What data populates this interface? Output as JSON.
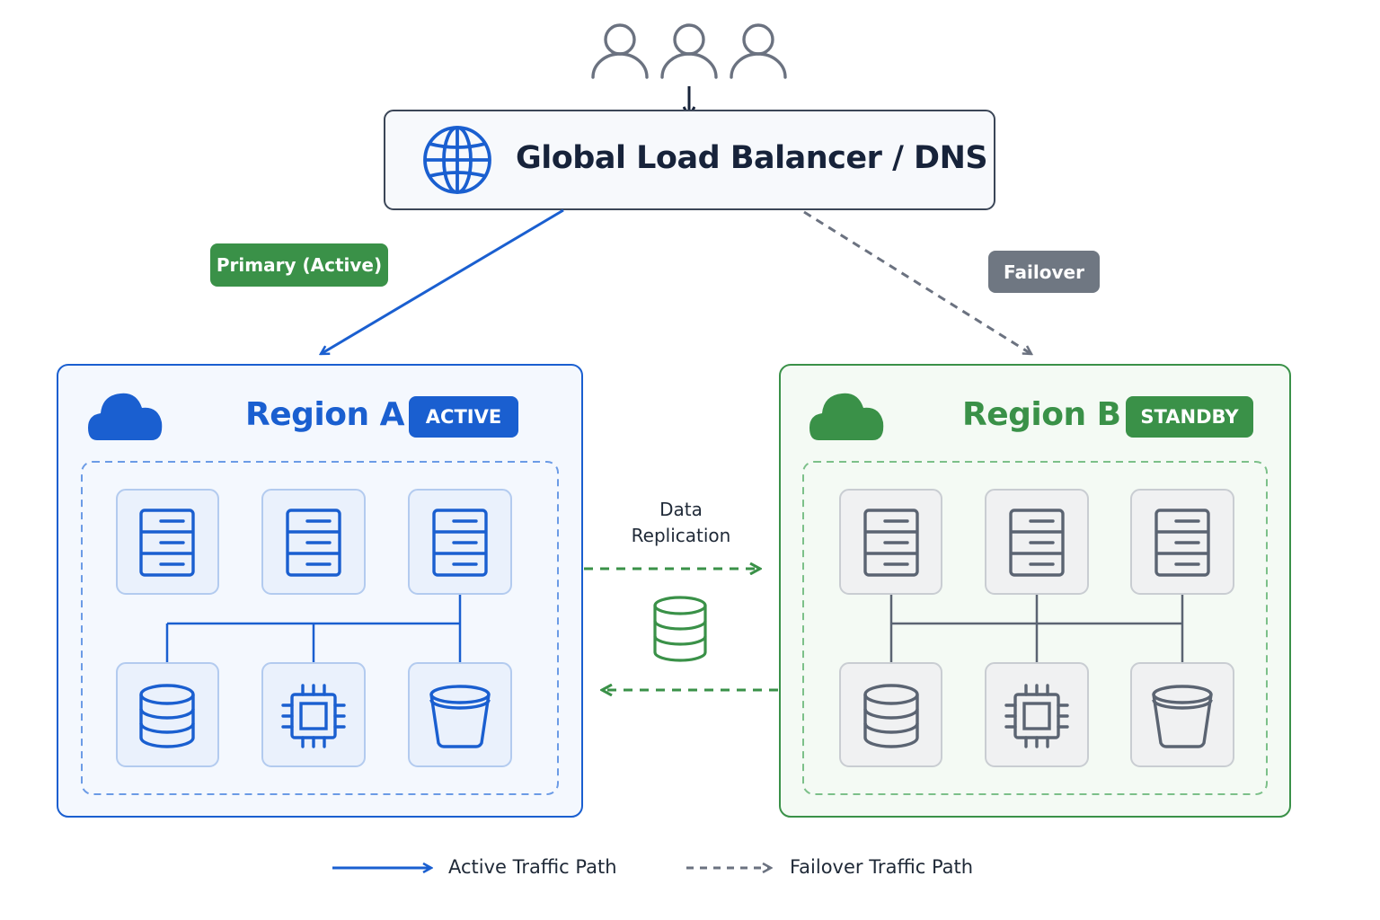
{
  "load_balancer": {
    "title": "Global Load Balancer / DNS"
  },
  "edges": {
    "primary_label": "Primary (Active)",
    "failover_label": "Failover"
  },
  "region_a": {
    "title": "Region A",
    "badge": "ACTIVE"
  },
  "region_b": {
    "title": "Region B",
    "badge": "STANDBY"
  },
  "replication": {
    "line1": "Data",
    "line2": "Replication"
  },
  "legend": {
    "active": "Active Traffic Path",
    "failover": "Failover Traffic Path"
  },
  "colors": {
    "blue": "#1a5fd0",
    "green": "#3a9148",
    "gray": "#6b7280",
    "dark": "#17233a",
    "pill_gray": "#6f7782"
  }
}
